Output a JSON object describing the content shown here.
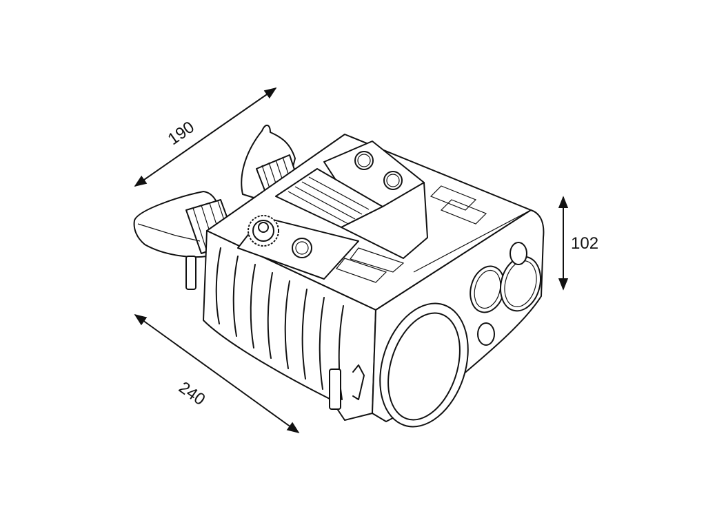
{
  "drawing": {
    "subject": "binocular-device",
    "dimensions": {
      "depth": "190",
      "height": "102",
      "length": "240"
    },
    "line_color": "#111111",
    "background": "#ffffff"
  }
}
